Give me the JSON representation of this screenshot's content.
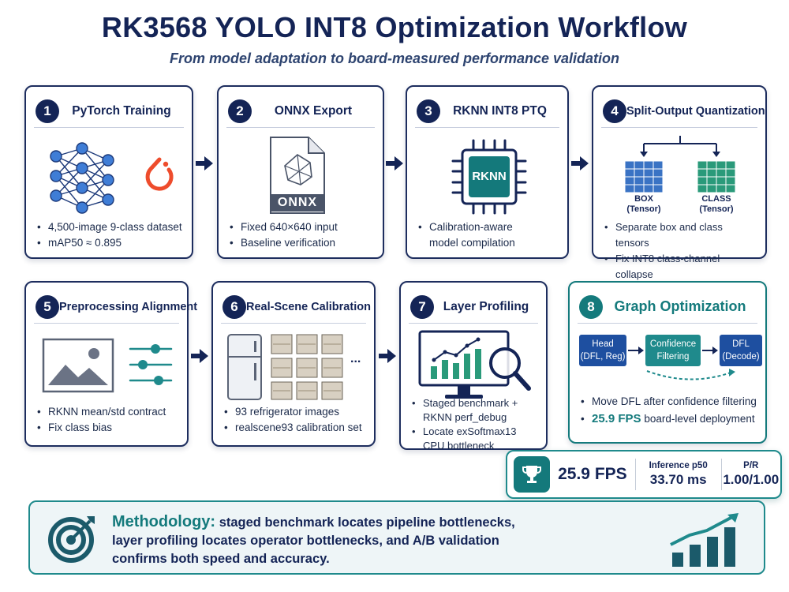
{
  "header": {
    "title": "RK3568 YOLO INT8 Optimization Workflow",
    "subtitle": "From model adaptation to board-measured performance validation"
  },
  "steps": [
    {
      "num": "1",
      "title": "PyTorch Training",
      "bullets": [
        "4,500-image 9-class dataset",
        "mAP50 ≈ 0.895"
      ]
    },
    {
      "num": "2",
      "title": "ONNX Export",
      "icon_label": "ONNX",
      "bullets": [
        "Fixed 640×640 input",
        "Baseline verification"
      ]
    },
    {
      "num": "3",
      "title": "RKNN INT8 PTQ",
      "icon_label": "RKNN",
      "bullets": [
        "Calibration-aware",
        "model compilation"
      ]
    },
    {
      "num": "4",
      "title": "Split-Output Quantization",
      "box_label": "BOX",
      "box_sub": "(Tensor)",
      "class_label": "CLASS",
      "class_sub": "(Tensor)",
      "bullets": [
        "Separate box and class tensors",
        "Fix INT8 class-channel collapse"
      ]
    },
    {
      "num": "5",
      "title": "Preprocessing Alignment",
      "bullets": [
        "RKNN mean/std contract",
        "Fix class bias"
      ]
    },
    {
      "num": "6",
      "title": "Real-Scene Calibration",
      "ellipsis": "...",
      "bullets": [
        "93 refrigerator images",
        "realscene93 calibration set"
      ]
    },
    {
      "num": "7",
      "title": "Layer Profiling",
      "bullets": [
        "Staged benchmark +",
        "RKNN perf_debug",
        "Locate exSoftmax13",
        "CPU bottleneck"
      ]
    },
    {
      "num": "8",
      "title": "Graph Optimization",
      "flow": {
        "head": "Head",
        "head_sub": "(DFL, Reg)",
        "conf": "Confidence",
        "conf_sub": "Filtering",
        "dfl": "DFL",
        "dfl_sub": "(Decode)"
      },
      "bullet1": "Move DFL after confidence filtering",
      "bullet2_strong": "25.9 FPS",
      "bullet2_rest": "board-level deployment"
    }
  ],
  "metrics": {
    "fps": "25.9 FPS",
    "inference_label": "Inference p50",
    "inference_value": "33.70 ms",
    "pr_label": "P/R",
    "pr_value": "1.00/1.00"
  },
  "methodology": {
    "lead": "Methodology:",
    "line1": "staged benchmark locates pipeline bottlenecks,",
    "line2": "layer profiling locates operator bottlenecks, and A/B validation",
    "line3": "confirms both speed and accuracy."
  },
  "colors": {
    "navy": "#142456",
    "teal": "#147a7c",
    "orange": "#ee4c2c",
    "blue_tile": "#3a73c4",
    "green_tile": "#2a9a7a"
  }
}
